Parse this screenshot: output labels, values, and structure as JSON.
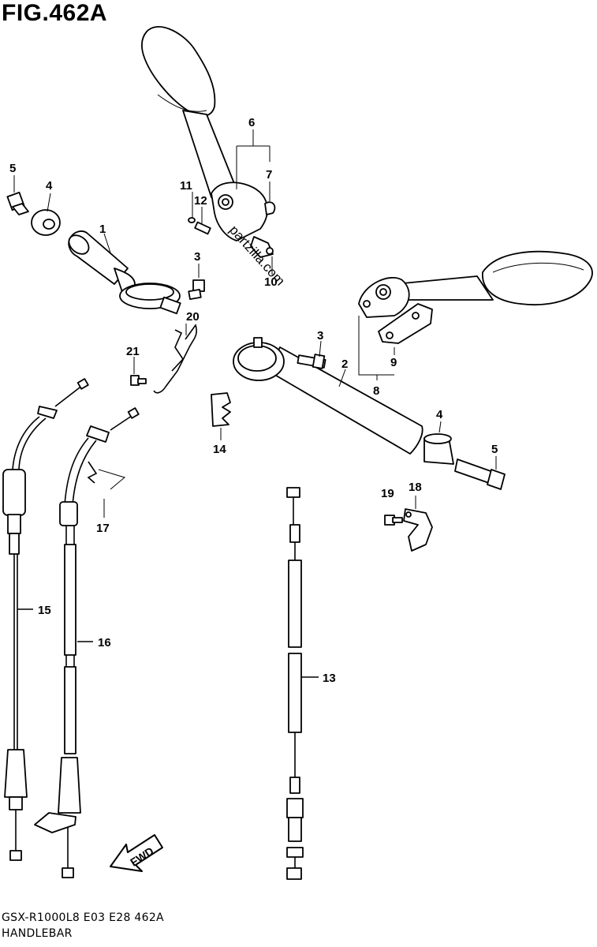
{
  "figure": {
    "title": "FIG.462A"
  },
  "watermark": "partzilla.com",
  "callouts": [
    {
      "id": "c1",
      "label": "1"
    },
    {
      "id": "c2",
      "label": "2"
    },
    {
      "id": "c3a",
      "label": "3"
    },
    {
      "id": "c3b",
      "label": "3"
    },
    {
      "id": "c4a",
      "label": "4"
    },
    {
      "id": "c4b",
      "label": "4"
    },
    {
      "id": "c5a",
      "label": "5"
    },
    {
      "id": "c5b",
      "label": "5"
    },
    {
      "id": "c6",
      "label": "6"
    },
    {
      "id": "c7",
      "label": "7"
    },
    {
      "id": "c8",
      "label": "8"
    },
    {
      "id": "c9",
      "label": "9"
    },
    {
      "id": "c10",
      "label": "10"
    },
    {
      "id": "c11",
      "label": "11"
    },
    {
      "id": "c12",
      "label": "12"
    },
    {
      "id": "c13",
      "label": "13"
    },
    {
      "id": "c14",
      "label": "14"
    },
    {
      "id": "c15",
      "label": "15"
    },
    {
      "id": "c16",
      "label": "16"
    },
    {
      "id": "c17",
      "label": "17"
    },
    {
      "id": "c18",
      "label": "18"
    },
    {
      "id": "c19",
      "label": "19"
    },
    {
      "id": "c20",
      "label": "20"
    },
    {
      "id": "c21",
      "label": "21"
    }
  ],
  "direction_marker": "FWD",
  "footer": {
    "model_line": "GSX-R1000L8  E03  E28  462A",
    "section_name": "HANDLEBAR"
  }
}
